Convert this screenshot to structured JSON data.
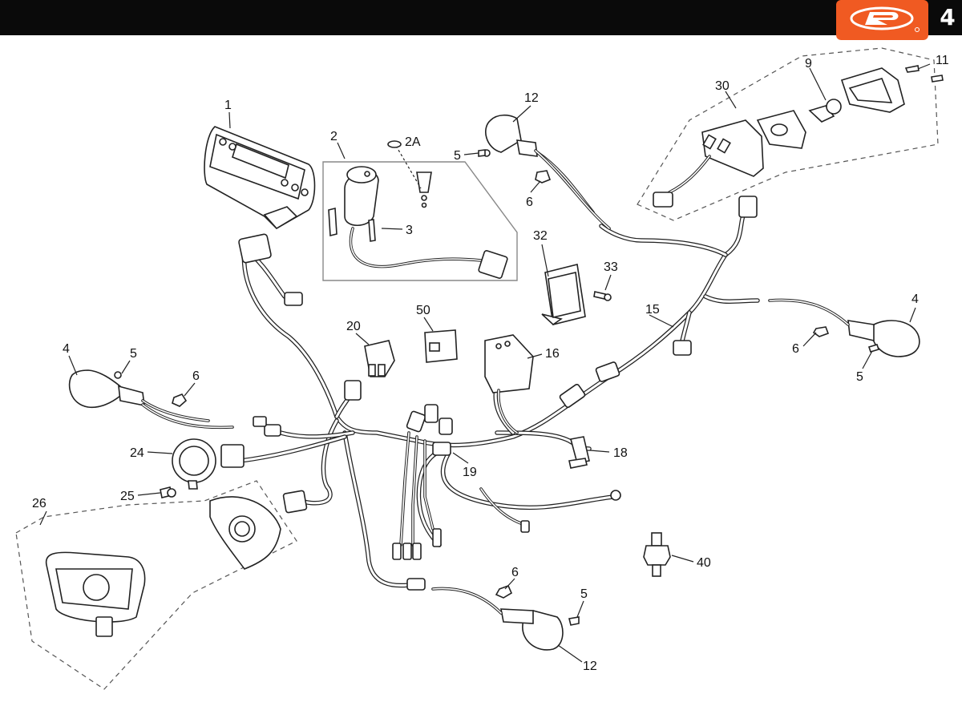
{
  "header": {
    "page_number": "4",
    "brand_accent": "#f05a22",
    "bar_color": "#0a0a0a",
    "logo_icon": "brand-r-logo-icon"
  },
  "callouts": {
    "p1": "1",
    "p2": "2",
    "p2a": "2A",
    "p3": "3",
    "p4_left": "4",
    "p4_right": "4",
    "p5_top": "5",
    "p5_left": "5",
    "p5_right": "5",
    "p5_bottom": "5",
    "p6_top": "6",
    "p6_left": "6",
    "p6_right": "6",
    "p6_bottom": "6",
    "p9": "9",
    "p11": "11",
    "p12_top": "12",
    "p12_bottom": "12",
    "p15": "15",
    "p16": "16",
    "p18": "18",
    "p19": "19",
    "p20": "20",
    "p24": "24",
    "p25": "25",
    "p26": "26",
    "p30": "30",
    "p32": "32",
    "p33": "33",
    "p40": "40",
    "p50": "50"
  }
}
